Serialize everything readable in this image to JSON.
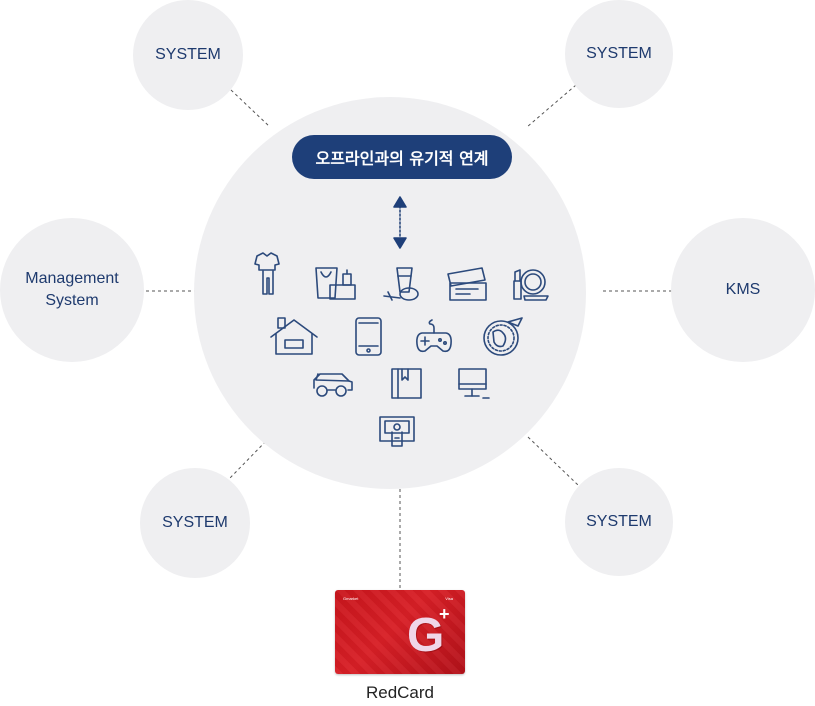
{
  "center": {
    "title": "오프라인과의 유기적 연계",
    "icons": [
      "clothing-icon",
      "shopping-bag-icon",
      "food-drink-icon",
      "ticket-icon",
      "cosmetics-icon",
      "house-icon",
      "smartphone-icon",
      "game-controller-icon",
      "travel-globe-icon",
      "car-icon",
      "book-icon",
      "computer-monitor-icon",
      "atm-kiosk-icon"
    ]
  },
  "nodes": {
    "top_left": "SYSTEM",
    "top_right": "SYSTEM",
    "left": "Management\nSystem",
    "right": "KMS",
    "bottom_left": "SYSTEM",
    "bottom_right": "SYSTEM"
  },
  "card": {
    "label": "RedCard",
    "brand_left": "Gmarket",
    "brand_right": "Visa",
    "letter": "G",
    "plus": "+"
  },
  "colors": {
    "navy": "#1e3f79",
    "node_bg": "#efeff1",
    "node_text": "#1e3a6e",
    "icon_stroke": "#2c4a7c",
    "card_red": "#d81f26"
  }
}
